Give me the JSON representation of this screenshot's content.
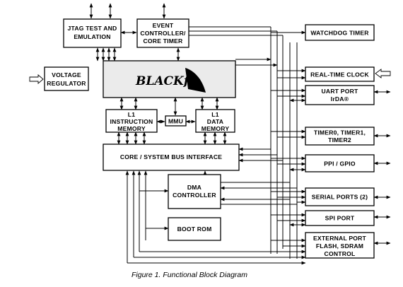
{
  "blocks": {
    "jtag": [
      "JTAG TEST AND",
      "EMULATION"
    ],
    "event": [
      "EVENT",
      "CONTROLLER/",
      "CORE TIMER"
    ],
    "voltage": [
      "VOLTAGE",
      "REGULATOR"
    ],
    "core_logo": "BLACKfin",
    "l1_instruction": [
      "L1",
      "INSTRUCTION",
      "MEMORY"
    ],
    "mmu": "MMU",
    "l1_data": [
      "L1",
      "DATA",
      "MEMORY"
    ],
    "bus_interface": "CORE / SYSTEM BUS INTERFACE",
    "dma": [
      "DMA",
      "CONTROLLER"
    ],
    "boot_rom": "BOOT ROM",
    "watchdog": "WATCHDOG TIMER",
    "rtc": "REAL-TIME CLOCK",
    "uart": [
      "UART PORT",
      "IrDA®"
    ],
    "timers": [
      "TIMER0, TIMER1,",
      "TIMER2"
    ],
    "ppi": "PPI / GPIO",
    "serial": "SERIAL PORTS (2)",
    "spi": "SPI PORT",
    "external": [
      "EXTERNAL PORT",
      "FLASH, SDRAM",
      "CONTROL"
    ]
  },
  "caption": "Figure 1.  Functional Block Diagram"
}
